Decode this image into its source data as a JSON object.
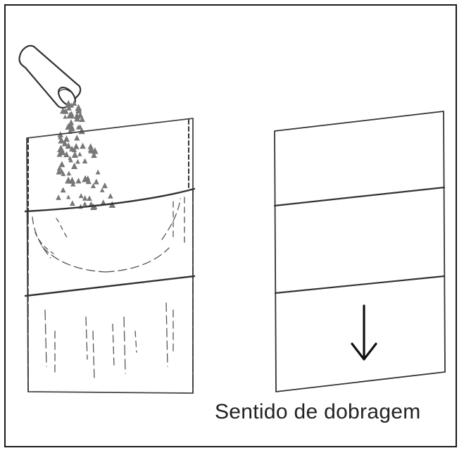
{
  "caption": {
    "text": "Sentido de dobragem"
  },
  "colors": {
    "border": "#1a1a1a",
    "ink": "#333333",
    "granules": "#777777",
    "text": "#222222"
  },
  "icons": {
    "pour": "cylindrical-pouring-tube",
    "fold_direction": "down-arrow"
  }
}
